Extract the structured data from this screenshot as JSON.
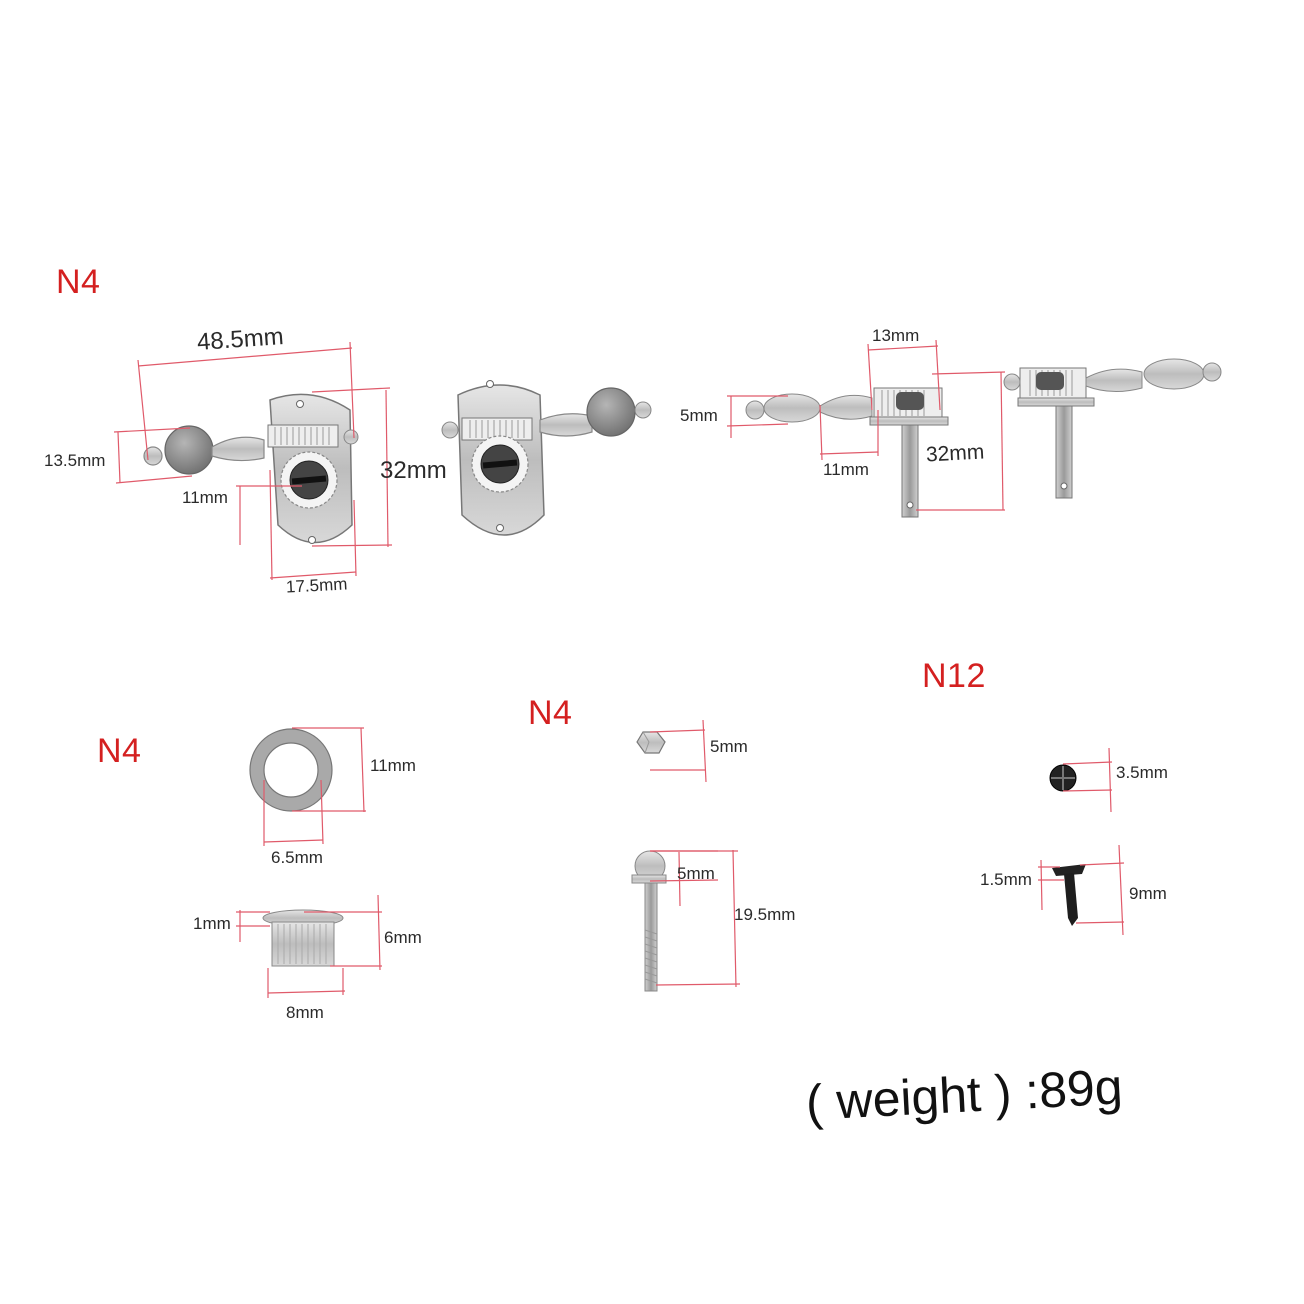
{
  "quantities": {
    "tuners": "N4",
    "bushings": "N4",
    "bolts": "N4",
    "screws": "N12"
  },
  "dimensions": {
    "tuner_length": "48.5mm",
    "button_height": "13.5mm",
    "shaft_offset": "11mm",
    "plate_height": "32mm",
    "plate_width": "17.5mm",
    "side_button": "5mm",
    "side_width": "13mm",
    "side_offset": "11mm",
    "post_height": "32mm",
    "washer_outer": "11mm",
    "washer_inner": "6.5mm",
    "bushing_lip": "1mm",
    "bushing_height": "6mm",
    "bushing_width": "8mm",
    "nut_size": "5mm",
    "bolt_head": "5mm",
    "bolt_length": "19.5mm",
    "screw_head": "3.5mm",
    "screw_shank": "1.5mm",
    "screw_length": "9mm"
  },
  "weight": "( weight ) :89g",
  "colors": {
    "quantity_text": "#d42020",
    "dimension_line": "#e05a6a",
    "metal": "#c8c8c8",
    "metal_dark": "#8f8f8f"
  }
}
